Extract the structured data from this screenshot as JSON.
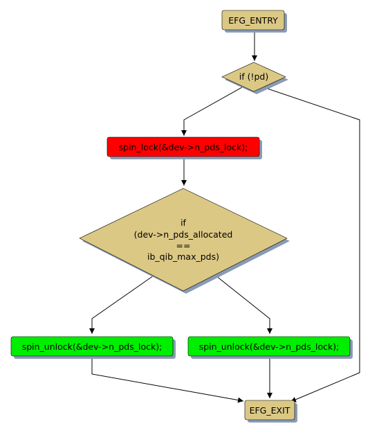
{
  "colors": {
    "tan": "#dbc884",
    "red": "#ff0000",
    "green": "#00ee00",
    "edge": "#000000",
    "shadow": "#8a9bb4"
  },
  "nodes": {
    "entry": {
      "label": "EFG_ENTRY"
    },
    "if_pd": {
      "label": "if (!pd)"
    },
    "spin_lock": {
      "label": "spin_lock(&dev->n_pds_lock);"
    },
    "if_alloc": {
      "lines": [
        "if",
        "(dev->n_pds_allocated",
        "==",
        "ib_qib_max_pds)"
      ]
    },
    "unlock_left": {
      "label": "spin_unlock(&dev->n_pds_lock);"
    },
    "unlock_right": {
      "label": "spin_unlock(&dev->n_pds_lock);"
    },
    "exit": {
      "label": "EFG_EXIT"
    }
  }
}
